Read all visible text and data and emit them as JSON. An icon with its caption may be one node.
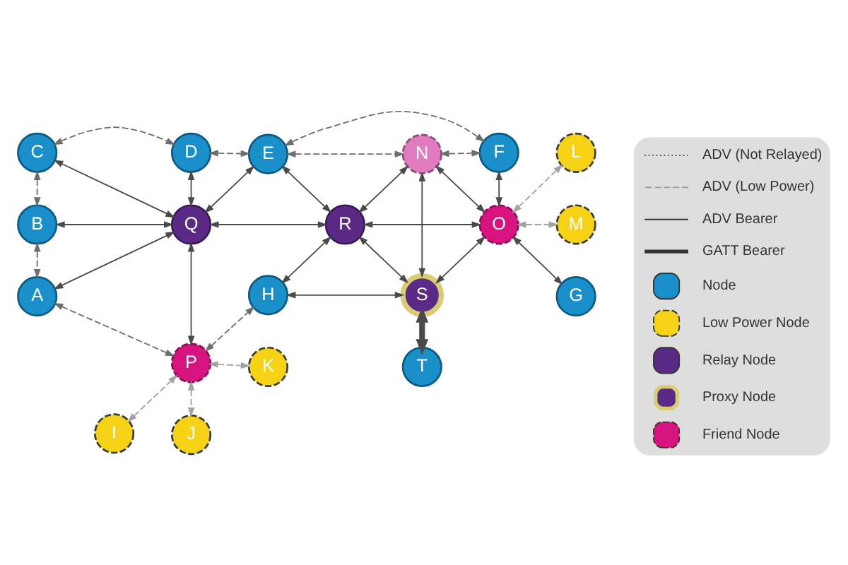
{
  "diagram": {
    "nodes": [
      {
        "text": [
          "D"
        ]
      },
      {
        "text": [
          "F"
        ]
      },
      {
        "text": [
          "C"
        ]
      },
      {
        "text": [
          "E"
        ]
      },
      {
        "text": [
          "B"
        ]
      },
      {
        "text": [
          "Q"
        ]
      },
      {
        "text": [
          "N"
        ]
      },
      {
        "text": [
          "L"
        ]
      },
      {
        "text": [
          "M"
        ]
      },
      {
        "text": [
          "R"
        ]
      },
      {
        "text": [
          "O"
        ]
      },
      {
        "text": [
          "A"
        ]
      },
      {
        "text": [
          "P"
        ]
      },
      {
        "text": [
          "H"
        ]
      },
      {
        "text": [
          "S"
        ]
      },
      {
        "text": [
          "G"
        ]
      },
      {
        "text": [
          "I"
        ]
      },
      {
        "text": [
          "K"
        ]
      },
      {
        "text": [
          "J"
        ]
      },
      {
        "text": [
          "T"
        ]
      }
    ],
    "edges": [
      {
        "from": 2,
        "to": 0,
        "arrow": "both",
        "style": "dashed",
        "color": "#6e6e6e"
      },
      {
        "from": 0,
        "to": 3,
        "arrow": "both",
        "style": "dashed",
        "color": "#6e6e6e"
      },
      {
        "from": 3,
        "to": 1,
        "arrow": "both",
        "style": "dashed",
        "color": "#6e6e6e"
      },
      {
        "from": 2,
        "to": 4,
        "arrow": "both",
        "style": "dashed",
        "color": "#6e6e6e"
      },
      {
        "from": 4,
        "to": 11,
        "arrow": "both",
        "style": "dashed",
        "color": "#6e6e6e"
      },
      {
        "from": 3,
        "to": 6,
        "arrow": "both",
        "style": "dashed",
        "color": "#6e6e6e"
      },
      {
        "from": 6,
        "to": 1,
        "arrow": "both",
        "style": "dashed",
        "color": "#6e6e6e"
      },
      {
        "from": 2,
        "to": 5,
        "arrow": "both"
      },
      {
        "from": 0,
        "to": 5,
        "arrow": "both"
      },
      {
        "from": 5,
        "to": 3,
        "arrow": "both"
      },
      {
        "from": 4,
        "to": 5,
        "arrow": "both"
      },
      {
        "from": 11,
        "to": 5,
        "arrow": "both"
      },
      {
        "from": 5,
        "to": 12,
        "arrow": "both"
      },
      {
        "from": 5,
        "to": 9,
        "arrow": "both"
      },
      {
        "from": 3,
        "to": 9,
        "arrow": "both"
      },
      {
        "from": 9,
        "to": 6,
        "arrow": "both"
      },
      {
        "from": 9,
        "to": 10,
        "arrow": "both"
      },
      {
        "from": 13,
        "to": 9,
        "arrow": "both"
      },
      {
        "from": 9,
        "to": 14,
        "arrow": "both"
      },
      {
        "from": 6,
        "to": 14,
        "arrow": "both"
      },
      {
        "from": 6,
        "to": 10,
        "arrow": "both"
      },
      {
        "from": 1,
        "to": 10,
        "arrow": "both"
      },
      {
        "from": 14,
        "to": 10,
        "arrow": "both"
      },
      {
        "from": 10,
        "to": 15,
        "arrow": "both"
      },
      {
        "from": 13,
        "to": 14,
        "arrow": "both"
      },
      {
        "from": 14,
        "to": 19,
        "arrow": "both",
        "style": "thick"
      },
      {
        "from": 10,
        "to": 7,
        "arrow": "both",
        "style": "dashed",
        "color": "#a3a3a3"
      },
      {
        "from": 10,
        "to": 8,
        "arrow": "both",
        "style": "dashed",
        "color": "#a3a3a3"
      },
      {
        "from": 11,
        "to": 12,
        "arrow": "both",
        "style": "dashed",
        "color": "#6e6e6e"
      },
      {
        "from": 12,
        "to": 13,
        "arrow": "both",
        "style": "dashed",
        "color": "#6e6e6e"
      },
      {
        "from": 16,
        "to": 12,
        "arrow": "both",
        "style": "dashed",
        "color": "#a3a3a3"
      },
      {
        "from": 12,
        "to": 18,
        "arrow": "both",
        "style": "dashed",
        "color": "#a3a3a3"
      },
      {
        "from": 12,
        "to": 17,
        "arrow": "both",
        "style": "dashed",
        "color": "#a3a3a3"
      }
    ],
    "legend": [
      {
        "text": "ADV (Not Relayed)"
      },
      {
        "text": "ADV (Low Power)"
      },
      {
        "text": "ADV Bearer"
      },
      {
        "text": "GATT Bearer"
      },
      {
        "text": "Node",
        "color": "#1b8fc9"
      },
      {
        "text": "Low Power Node",
        "color": "#f5d216"
      },
      {
        "text": "Relay Node",
        "color": "#5b2a86"
      },
      {
        "text": "Proxy Node",
        "color": "#5b2a86"
      },
      {
        "text": "Friend Node",
        "color": "#d6137f"
      }
    ]
  }
}
